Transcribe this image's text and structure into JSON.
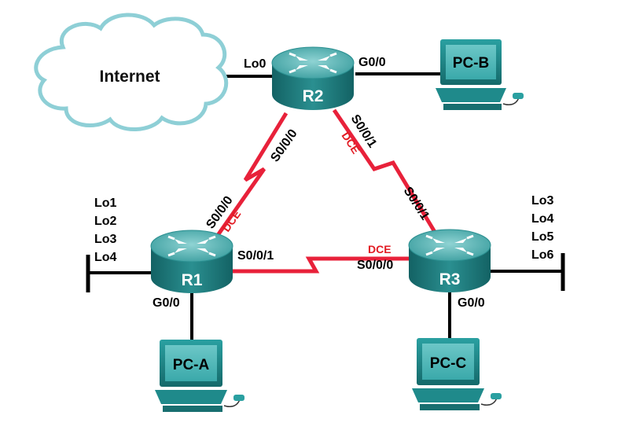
{
  "cloud": {
    "label": "Internet"
  },
  "routers": {
    "r1": {
      "name": "R1"
    },
    "r2": {
      "name": "R2"
    },
    "r3": {
      "name": "R3"
    }
  },
  "pcs": {
    "pca": {
      "name": "PC-A"
    },
    "pcb": {
      "name": "PC-B"
    },
    "pcc": {
      "name": "PC-C"
    }
  },
  "ports": {
    "r2_lo0": "Lo0",
    "r2_g00": "G0/0",
    "r2_s000": "S0/0/0",
    "r2_s001": "S0/0/1",
    "r1_s000": "S0/0/0",
    "r1_s001": "S0/0/1",
    "r1_g00": "G0/0",
    "r3_s001": "S0/0/1",
    "r3_s000": "S0/0/0",
    "r3_g00": "G0/0"
  },
  "dce": {
    "r2_s001": "DCE",
    "r1_s000": "DCE",
    "r3_s000": "DCE"
  },
  "loopbacks": {
    "r1": [
      "Lo1",
      "Lo2",
      "Lo3",
      "Lo4"
    ],
    "r3": [
      "Lo3",
      "Lo4",
      "Lo5",
      "Lo6"
    ]
  },
  "colors": {
    "serial_link": "#e8213a",
    "ethernet_link": "#000000",
    "router_body": "#1d7f80",
    "router_top": "#56b1b2",
    "pc_body": "#1f8a8b",
    "cloud_stroke": "#8ecfd6",
    "dce_text": "#e21b23"
  }
}
